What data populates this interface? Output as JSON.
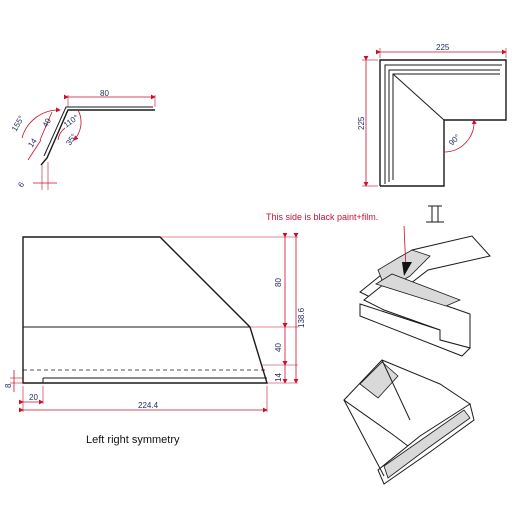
{
  "profile": {
    "len_top": "80",
    "len_a": "40",
    "len_b": "14",
    "len_c": "6",
    "ang_a": "155°",
    "ang_b": "110°",
    "ang_c": "35°"
  },
  "plan": {
    "width": "225",
    "height": "225",
    "angle": "90°"
  },
  "elevation": {
    "upper": "80",
    "total": "138.6",
    "middle": "40",
    "lower": "14",
    "base": "224.4",
    "foot": "20",
    "side": "8"
  },
  "note": "This side is black paint+film.",
  "caption": "Left right symmetry"
}
